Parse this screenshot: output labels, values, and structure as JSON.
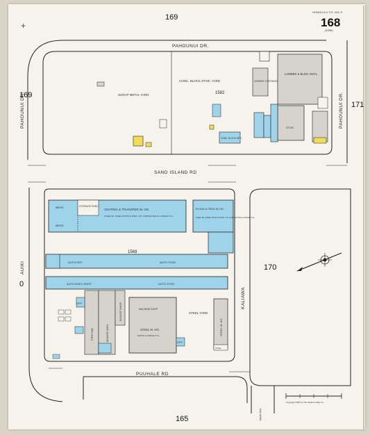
{
  "header": {
    "sheet_number": "168",
    "volume_note": "HONOLULU T.H. VOL 6",
    "year": "(1990)"
  },
  "blocks": {
    "north": "169",
    "west": "169",
    "east_small": "171",
    "center_east": "170",
    "south": "165",
    "block_1582": "1582",
    "block_1569": "1569",
    "left_margin_mark": "0"
  },
  "roads": {
    "pahounui_top": "PAHOUNUI DR.",
    "pahounui_left": "PAHOUNUI DR.",
    "pahounui_right": "PAHOUNUI DR.",
    "sand_island": "SAND ISLAND RD",
    "auiki": "AUIKI",
    "kaliawa": "KALIAWA",
    "puuhale": "PUUHALE RD",
    "kaliawa_small": "KALIAWA"
  },
  "buildings": {
    "scrap_metal_yard": "SCRAP METAL YARD",
    "conc_block_stge_yard": "CONC. BLOCK STGE. YARD",
    "lumber_bldg_matl": "LUMBER & BLDG. MATL.",
    "cement_castings": "CEMENT CASTINGS",
    "conc_block_mfg": "CONC. BLOCK MFG.",
    "stge_north": "STGE.",
    "crating_transfer": "CRATING & TRANSFER W. HO.",
    "steel_frame_note": "STEEL FR. STEEL POSTS & SIDG. C.B. CURTAIN WALLS. ASPHALT FL.",
    "flour_feed": "FLOUR & FEED W. HO.",
    "steel_posts_note": "STEEL FR. STEEL POSTS & SIDG. C.B. CURTAIN WALLS ASPHALT FL.",
    "mess_1": "MESS",
    "mess_2": "MESS",
    "storage_shelt": "STORAGE SHELT.",
    "auto_rep": "AUTO REP.",
    "auto_stge_1": "AUTO STGE.",
    "auto_stge_2": "AUTO STGE.",
    "auto_body_shop": "AUTO BODY SHOP",
    "steel_yard": "STEEL YARD",
    "steel_wh": "STEEL W. HO.",
    "steel_wh_note": "EARTH & ASPHALT FL.",
    "boiler_wks": "BOILER WKS.",
    "boiler_shop": "BOILER SHOP",
    "steel_wh_east": "STEEL W. HO.",
    "pipe_fab": "PIPE FAB.",
    "off": "OFF.",
    "machine_shop": "MACHINE SHOP",
    "off_2": "OFF.",
    "storage": "STGE."
  },
  "scale_note": "Copyright 1990 by The Sanborn Map Co.",
  "colors": {
    "brick_blue": "#9fd3ea",
    "frame_yellow": "#f2dd5a",
    "stone_gray": "#d6d3cc",
    "line": "#222222",
    "sheet": "#f5f3ec"
  }
}
